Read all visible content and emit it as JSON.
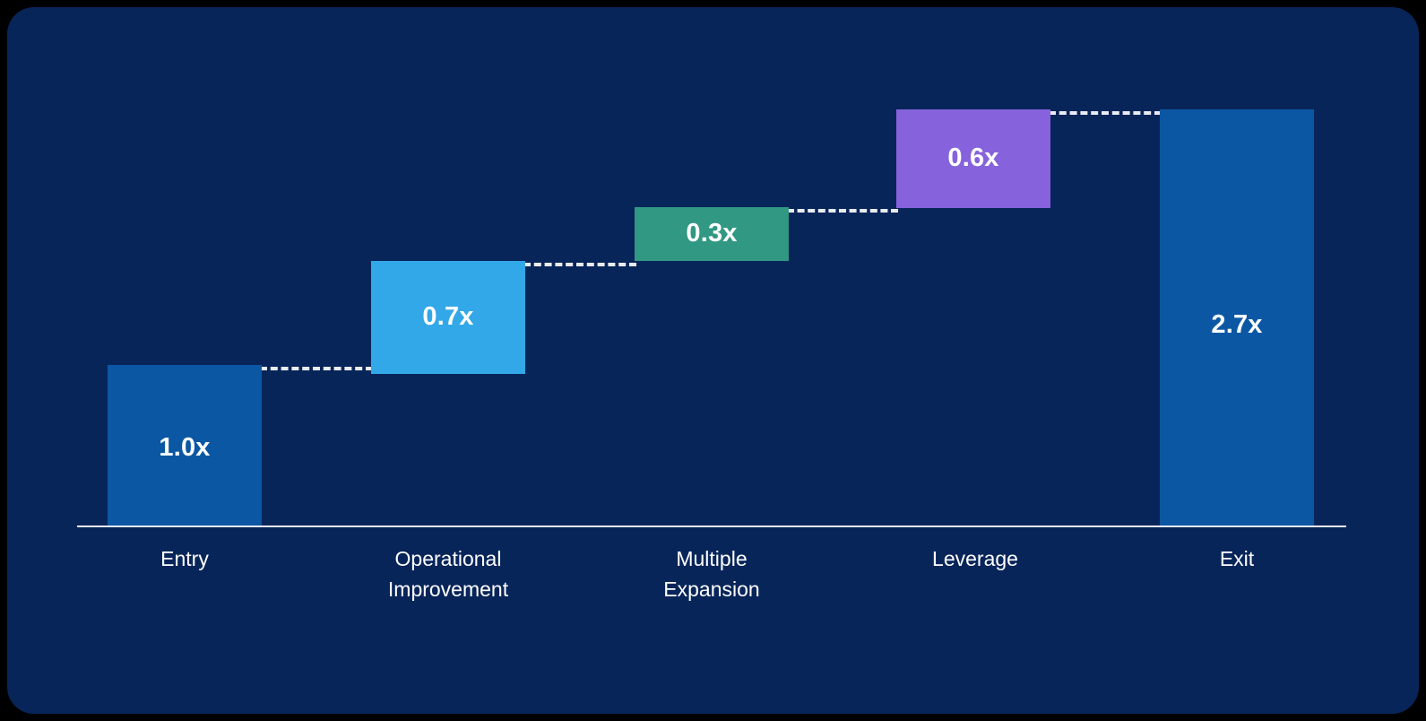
{
  "chart_data": {
    "type": "bar",
    "subtype": "waterfall",
    "title": "",
    "xlabel": "",
    "ylabel": "",
    "categories": [
      "Entry",
      "Operational Improvement",
      "Multiple Expansion",
      "Leverage",
      "Exit"
    ],
    "values": [
      1.0,
      0.7,
      0.3,
      0.6,
      2.7
    ],
    "value_labels": [
      "1.0x",
      "0.7x",
      "0.3x",
      "0.6x",
      "2.7x"
    ],
    "cumulative_tops": [
      1.0,
      1.7,
      2.0,
      2.6,
      2.7
    ],
    "bar_bases": [
      0.0,
      1.0,
      1.7,
      2.0,
      0.0
    ],
    "measure": [
      "absolute",
      "relative",
      "relative",
      "relative",
      "total"
    ],
    "series_colors": [
      "#0b57a4",
      "#33a8e8",
      "#319883",
      "#8663dc",
      "#0b57a4"
    ],
    "ylim": [
      0,
      2.95
    ],
    "grid": false,
    "legend": null,
    "connectors": "dashed",
    "connector_color": "#e9ecf1",
    "axis_color": "#e9ecf1",
    "background": "#08255a",
    "label_color": "#ffffff"
  },
  "card": {
    "background_color": "#08255a",
    "outer_color": "#000000"
  },
  "bars": [
    {
      "name": "entry",
      "value_label": "1.0x",
      "category_line1": "Entry",
      "category_line2": "",
      "color": "#0b57a4"
    },
    {
      "name": "operational",
      "value_label": "0.7x",
      "category_line1": "Operational",
      "category_line2": "Improvement",
      "color": "#33a8e8"
    },
    {
      "name": "multiple",
      "value_label": "0.3x",
      "category_line1": "Multiple",
      "category_line2": "Expansion",
      "color": "#319883"
    },
    {
      "name": "leverage",
      "value_label": "0.6x",
      "category_line1": "Leverage",
      "category_line2": "",
      "color": "#8663dc"
    },
    {
      "name": "exit",
      "value_label": "2.7x",
      "category_line1": "Exit",
      "category_line2": "",
      "color": "#0b57a4"
    }
  ]
}
